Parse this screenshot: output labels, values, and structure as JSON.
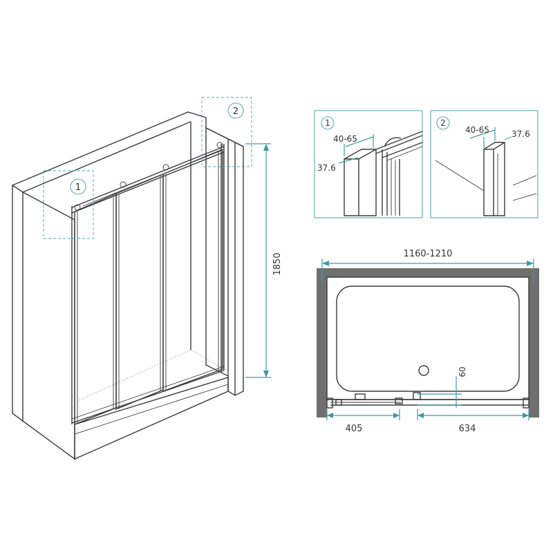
{
  "callouts": {
    "one": "1",
    "two": "2"
  },
  "dimensions": {
    "height": "1850",
    "width_range": "1160-1210",
    "left_offset": "405",
    "right_offset": "634",
    "depth": "60",
    "detail1_gap": "40-65",
    "detail1_profile": "37.6",
    "detail2_gap": "40-65",
    "detail2_profile": "37.6"
  },
  "colors": {
    "dimension": "#3d9aa6",
    "wall": "#6f6f6f",
    "line": "#3a3a3a"
  }
}
